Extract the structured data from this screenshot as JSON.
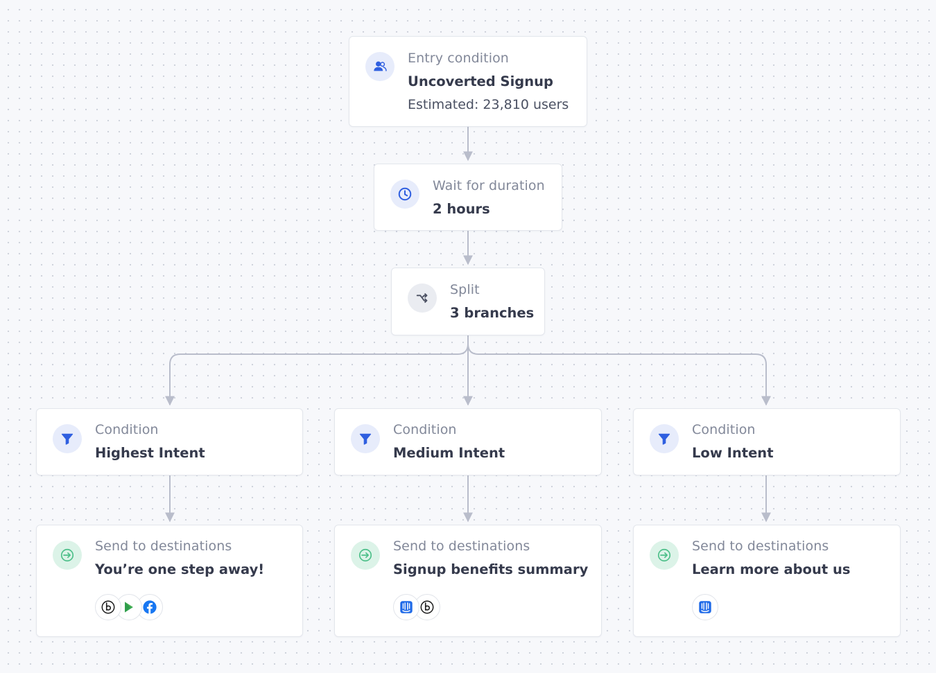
{
  "entry": {
    "label": "Entry condition",
    "title": "Uncoverted Signup",
    "estimate": "Estimated: 23,810 users",
    "icon": "users-icon"
  },
  "wait": {
    "label": "Wait for duration",
    "title": "2 hours",
    "icon": "clock-icon"
  },
  "split": {
    "label": "Split",
    "title": "3 branches",
    "icon": "shuffle-icon"
  },
  "conditions": [
    {
      "label": "Condition",
      "title": "Highest Intent",
      "icon": "filter-icon"
    },
    {
      "label": "Condition",
      "title": "Medium Intent",
      "icon": "filter-icon"
    },
    {
      "label": "Condition",
      "title": "Low Intent",
      "icon": "filter-icon"
    }
  ],
  "destinations": [
    {
      "label": "Send to destinations",
      "title": "You’re one step away!",
      "icons": [
        "braze-logo-icon",
        "google-play-icon",
        "facebook-icon"
      ]
    },
    {
      "label": "Send to destinations",
      "title": "Signup benefits summary",
      "icons": [
        "intercom-logo-icon",
        "braze-logo-icon"
      ]
    },
    {
      "label": "Send to destinations",
      "title": "Learn more about us",
      "icons": [
        "intercom-logo-icon"
      ]
    }
  ],
  "colors": {
    "accent_blue": "#2f5fe0",
    "connector": "#b9bdcb",
    "destination_green": "#4cbf89",
    "facebook_blue": "#1877f2",
    "intercom_blue": "#1f6ae8"
  }
}
